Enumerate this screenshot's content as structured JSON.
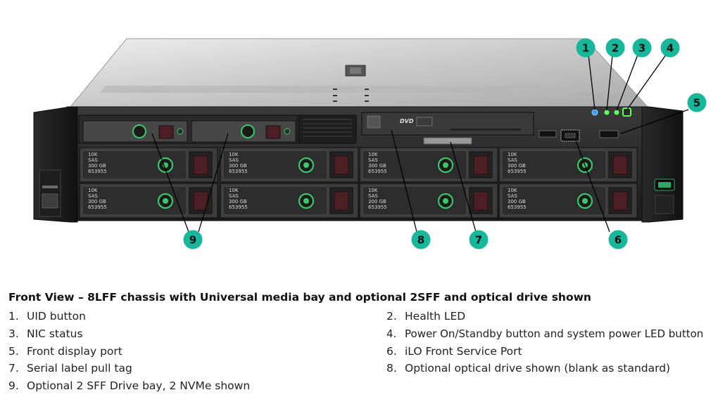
{
  "callouts": [
    "1",
    "2",
    "3",
    "4",
    "5",
    "6",
    "7",
    "8",
    "9"
  ],
  "drive_label": {
    "speed": "10K",
    "iface": "SAS",
    "cap": "300 GB",
    "pn": "653955"
  },
  "optical_label": "DVD",
  "caption": {
    "title": "Front View – 8LFF chassis with Universal media bay and optional 2SFF and optical drive shown",
    "items": [
      {
        "num": "1.",
        "text": "UID button"
      },
      {
        "num": "2.",
        "text": "Health LED"
      },
      {
        "num": "3.",
        "text": "NIC status"
      },
      {
        "num": "4.",
        "text": "Power On/Standby button and system power LED button"
      },
      {
        "num": "5.",
        "text": "Front display port"
      },
      {
        "num": "6.",
        "text": "iLO Front Service Port"
      },
      {
        "num": "7.",
        "text": "Serial label pull tag"
      },
      {
        "num": "8.",
        "text": "Optional optical drive shown (blank as standard)"
      },
      {
        "num": "9.",
        "text": "Optional 2 SFF Drive bay, 2 NVMe shown"
      }
    ]
  },
  "colors": {
    "callout": "#16b79a",
    "led_uid": "#3aa0ff",
    "led_green": "#5cff5c",
    "accent_green": "#39c76a"
  }
}
